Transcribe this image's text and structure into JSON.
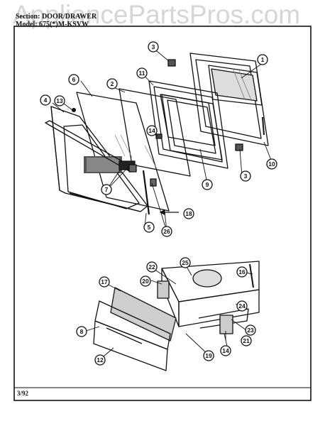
{
  "watermark": "AppliancePartsPros.com",
  "header": {
    "section": "Section: DOOR/DRAWER",
    "model": "Model: 675(*)M-KSVW"
  },
  "footer": {
    "date": "3/92"
  },
  "callouts": [
    "1",
    "2",
    "3",
    "4",
    "5",
    "6",
    "7",
    "8",
    "9",
    "10",
    "11",
    "12",
    "13",
    "14",
    "16",
    "17",
    "18",
    "19",
    "20",
    "21",
    "22",
    "23",
    "24",
    "25",
    "26"
  ]
}
